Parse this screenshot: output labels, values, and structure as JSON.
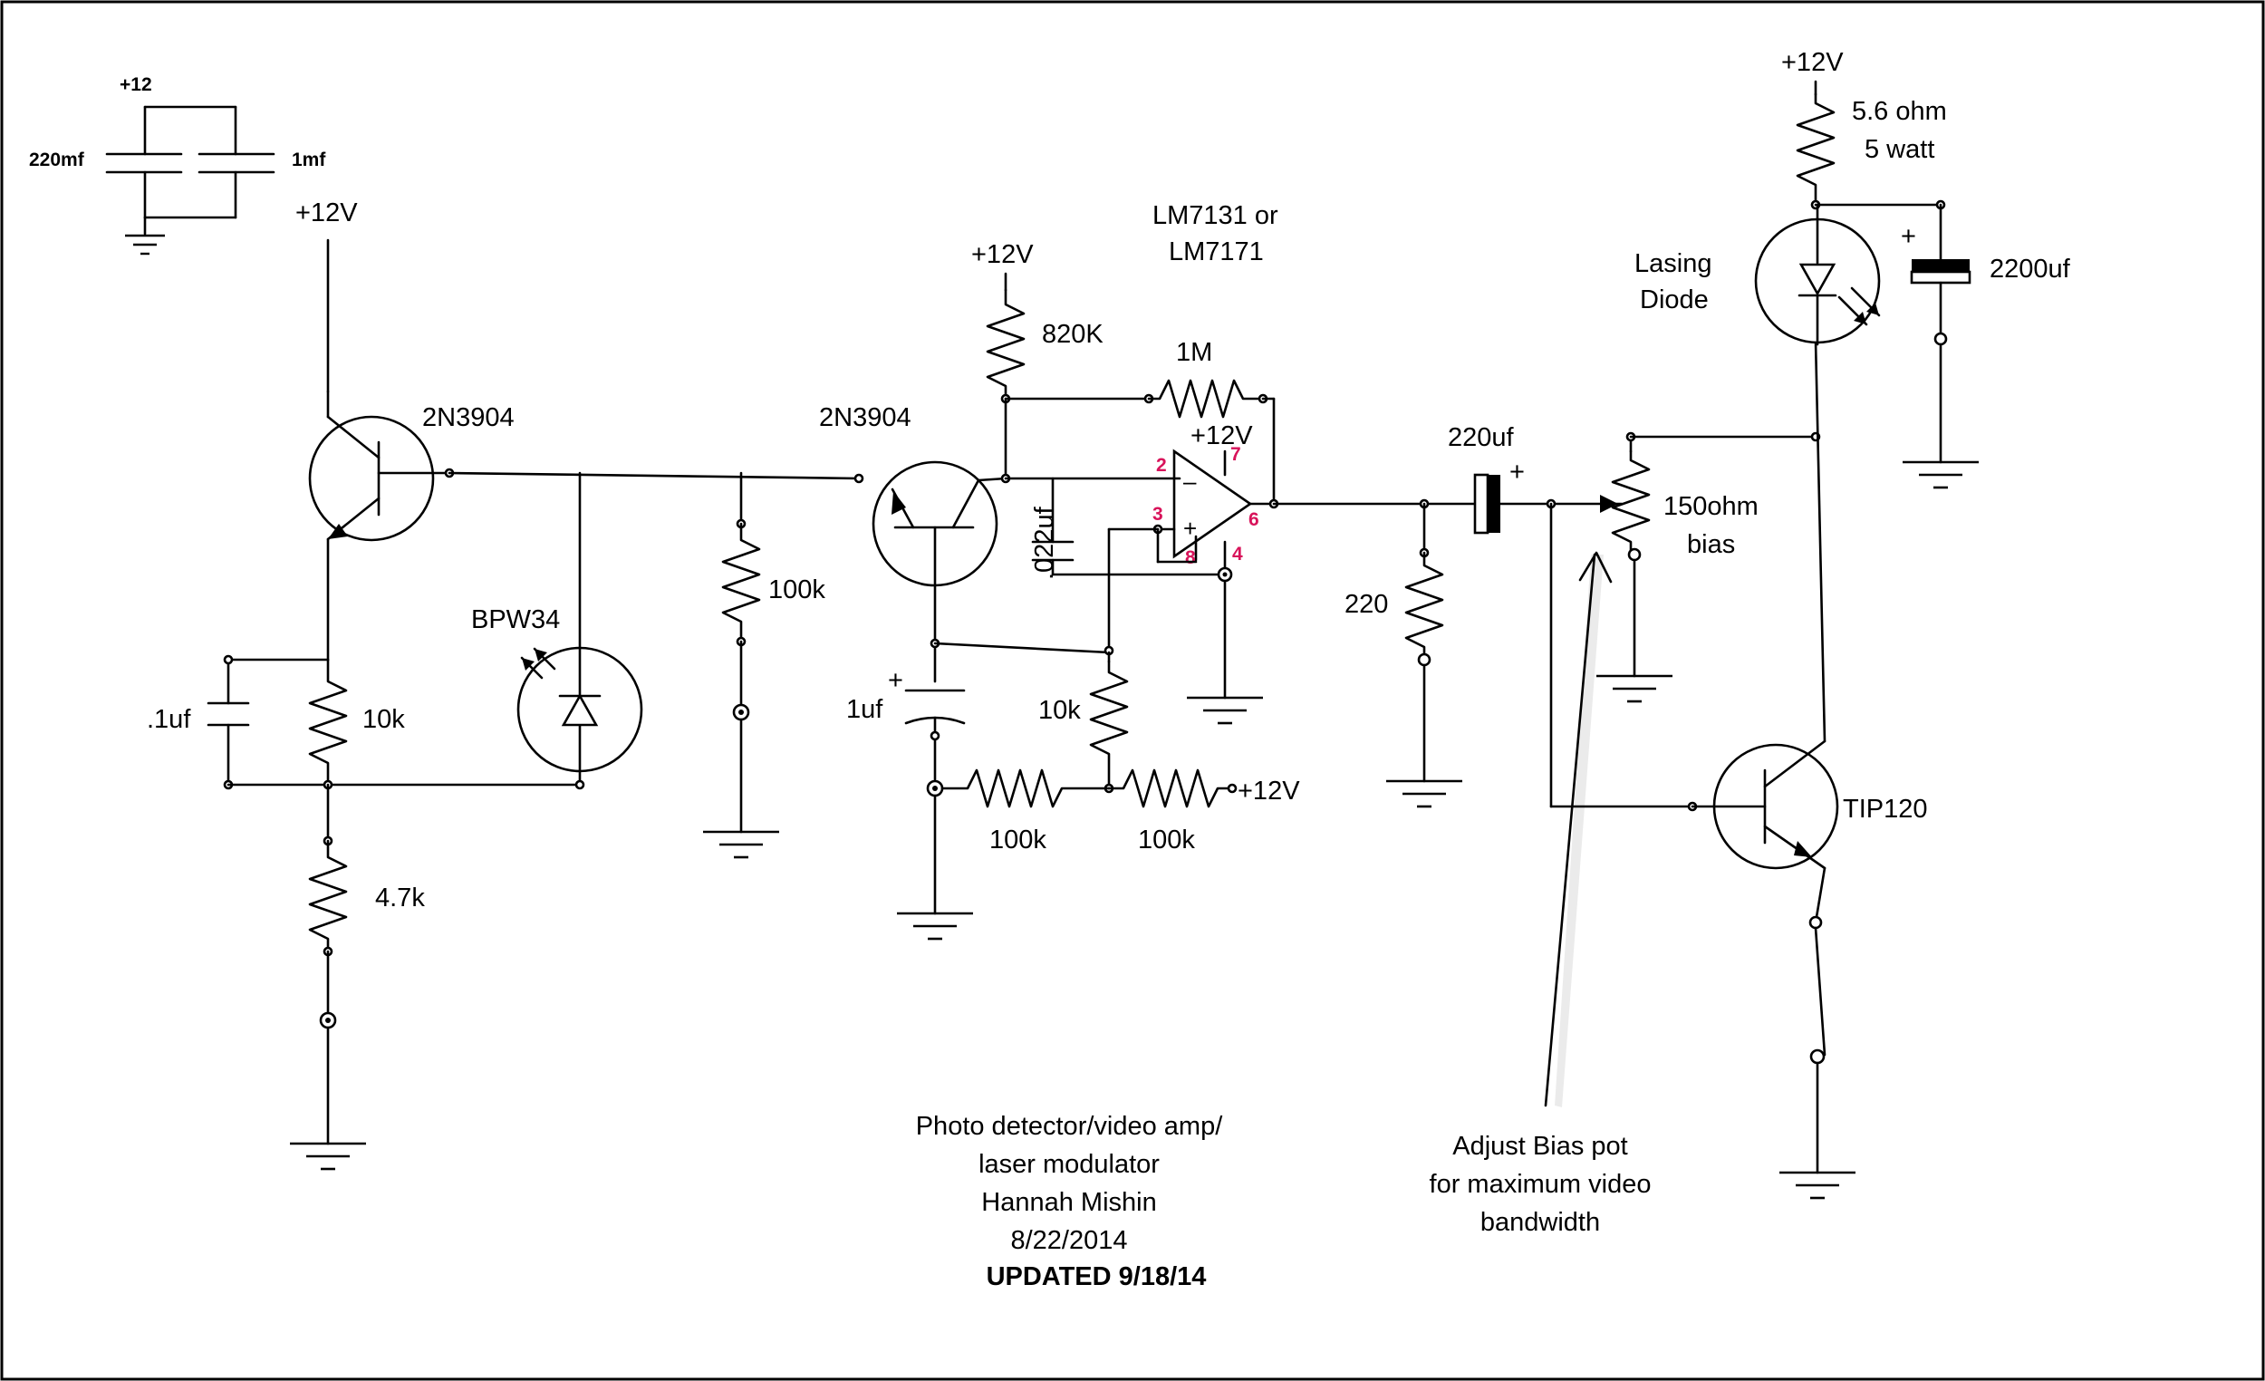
{
  "colors": {
    "wire": "#000000",
    "pin_label": "#d8135a",
    "background": "#ffffff"
  },
  "supply": {
    "rail_label": "+12",
    "cap_left_label": "220mf",
    "cap_right_label": "1mf"
  },
  "labels": {
    "vcc_q1": "+12V",
    "q1": "2N3904",
    "q2": "2N3904",
    "photodiode": "BPW34",
    "c_01uf": ".1uf",
    "r_10k_a": "10k",
    "r_4_7k": "4.7k",
    "r_100k_a": "100k",
    "vcc_820k": "+12V",
    "r_820k": "820K",
    "opamp_line1": "LM7131 or",
    "opamp_line2": "LM7171",
    "r_1m": "1M",
    "vcc_opamp": "+12V",
    "c_022uf": ".022uf",
    "c_1uf": "1uf",
    "cap_plus_1uf": "+",
    "r_10k_b": "10k",
    "r_100k_b": "100k",
    "r_100k_c": "100k",
    "vcc_divider": "+12V",
    "c_220uf": "220uf",
    "cap_plus_220uf": "+",
    "r_220": "220",
    "pot_line1": "150ohm",
    "pot_line2": "bias",
    "vcc_laser": "+12V",
    "r_power_line1": "5.6 ohm",
    "r_power_line2": "5 watt",
    "laser_line1": "Lasing",
    "laser_line2": "Diode",
    "c_2200uf": "2200uf",
    "cap_plus_2200uf": "+",
    "q3": "TIP120"
  },
  "pins": {
    "p2": "2",
    "p3": "3",
    "p4": "4",
    "p6": "6",
    "p7": "7",
    "p8": "8"
  },
  "annotation": {
    "line1": "Adjust Bias pot",
    "line2": "for maximum video",
    "line3": "bandwidth"
  },
  "title_block": {
    "line1": "Photo detector/video amp/",
    "line2": "laser modulator",
    "line3": "Hannah Mishin",
    "line4": "8/22/2014",
    "line5": "UPDATED 9/18/14"
  }
}
